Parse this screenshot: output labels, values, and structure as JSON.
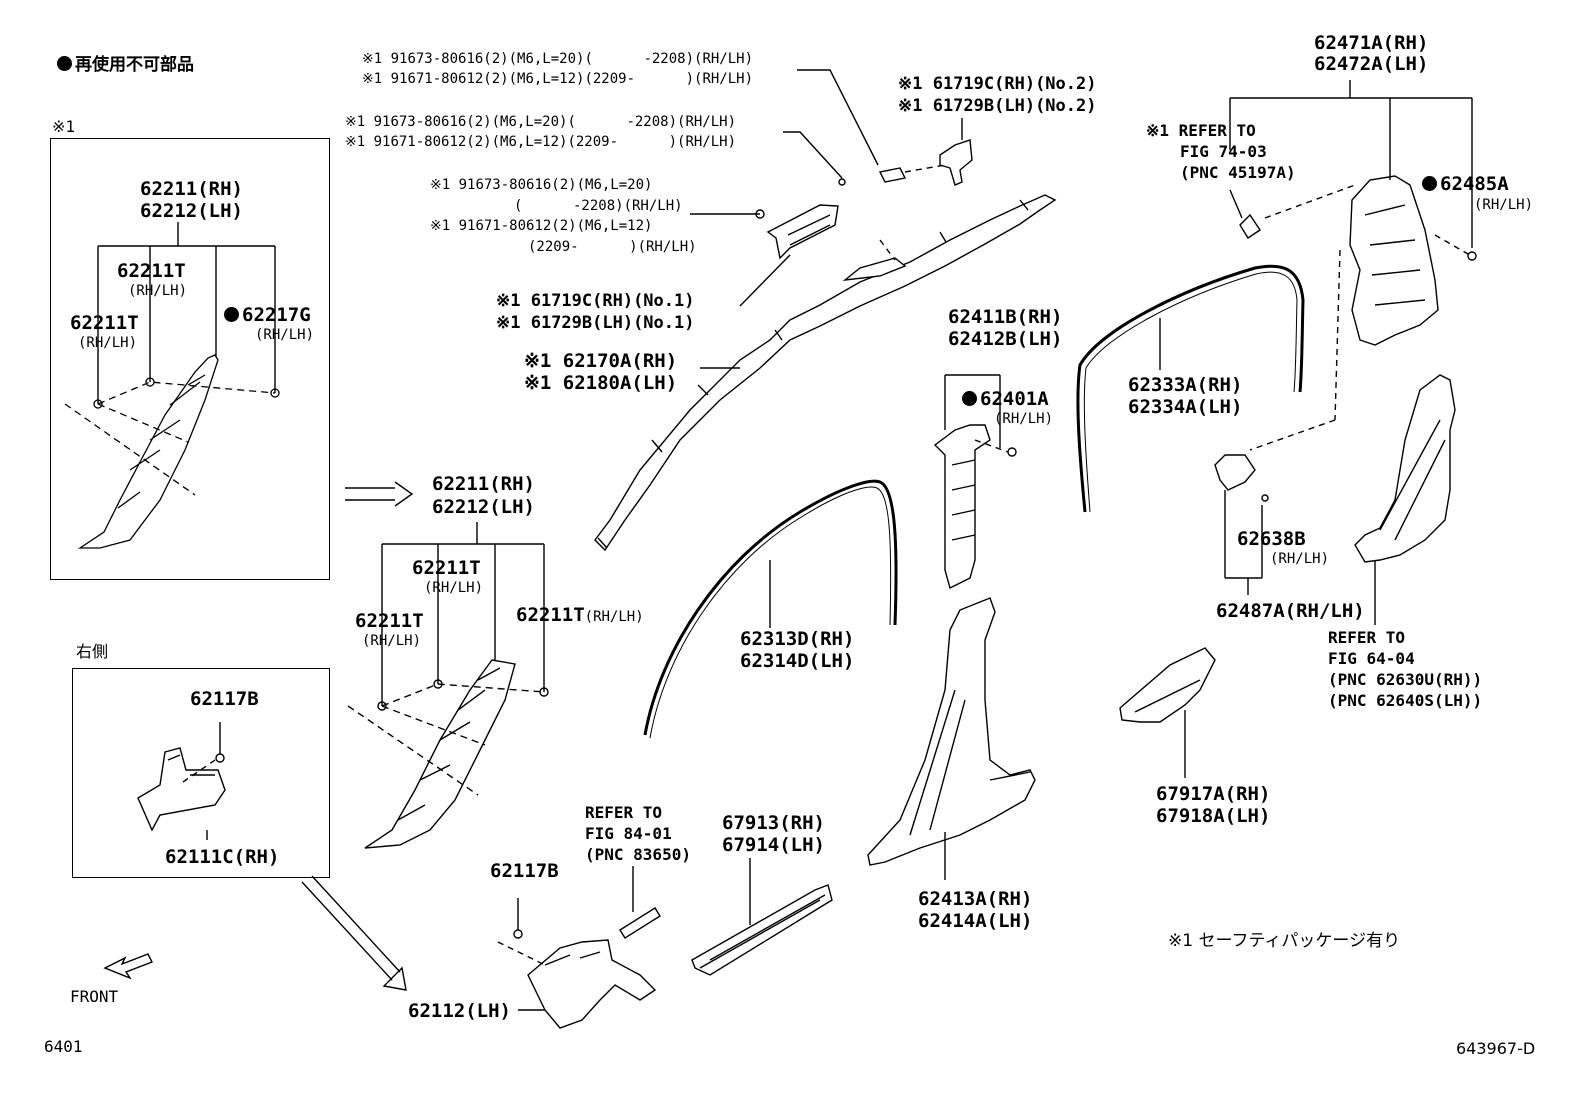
{
  "legend": {
    "nonreusable": "再使用不可部品",
    "note": "※1 セーフティパッケージ有り"
  },
  "footer": {
    "left_code": "6401",
    "right_code": "643967-D"
  },
  "front_label": "FRONT",
  "box1": {
    "mark": "※1",
    "part_a": "62211(RH)",
    "part_b": "62212(LH)",
    "t_mid": "62211T",
    "t_mid_side": "(RH/LH)",
    "t_left": "62211T",
    "t_left_side": "(RH/LH)",
    "g": "62217G",
    "g_side": "(RH/LH)"
  },
  "box2": {
    "title": "右側",
    "clip": "62117B",
    "part": "62111C(RH)"
  },
  "center": {
    "part_a": "62211(RH)",
    "part_b": "62212(LH)",
    "t_mid": "62211T",
    "t_mid_side": "(RH/LH)",
    "t_left": "62211T",
    "t_left_side": "(RH/LH)",
    "t_right": "62211T",
    "t_right_side": "(RH/LH)",
    "clip": "62117B",
    "part_lh": "62112(LH)"
  },
  "bolts": {
    "line1": "※1 91673-80616(2)(M6,L=20)(      -2208)(RH/LH)",
    "line2": "※1 91671-80612(2)(M6,L=12)(2209-      )(RH/LH)",
    "line3": "※1 91673-80616(2)(M6,L=20)(      -2208)(RH/LH)",
    "line4": "※1 91671-80612(2)(M6,L=12)(2209-      )(RH/LH)",
    "line5": "※1 91673-80616(2)(M6,L=20)",
    "line6": "(      -2208)(RH/LH)",
    "line7": "※1 91671-80612(2)(M6,L=12)",
    "line8": "(2209-      )(RH/LH)"
  },
  "brackets": {
    "no1_rh": "※1 61719C(RH)(No.1)",
    "no1_lh": "※1 61729B(LH)(No.1)",
    "no2_rh": "※1 61719C(RH)(No.2)",
    "no2_lh": "※1 61729B(LH)(No.2)"
  },
  "airbag": {
    "rh": "※1 62170A(RH)",
    "lh": "※1 62180A(LH)"
  },
  "weatherstrip_front": {
    "rh": "62313D(RH)",
    "lh": "62314D(LH)"
  },
  "refer_8401": {
    "l1": "REFER TO",
    "l2": "FIG 84-01",
    "l3": "(PNC 83650)"
  },
  "scuff": {
    "rh": "67913(RH)",
    "lh": "67914(LH)"
  },
  "b_pillar_upper": {
    "rh": "62411B(RH)",
    "lh": "62412B(LH)",
    "clip": "62401A",
    "clip_side": "(RH/LH)"
  },
  "b_pillar_lower": {
    "rh": "62413A(RH)",
    "lh": "62414A(LH)"
  },
  "weatherstrip_rear": {
    "rh": "62333A(RH)",
    "lh": "62334A(LH)"
  },
  "rear_pillar": {
    "rh": "62471A(RH)",
    "lh": "62472A(LH)",
    "clip": "62485A",
    "clip_side": "(RH/LH)"
  },
  "refer_7403": {
    "l1": "※1 REFER TO",
    "l2": "FIG 74-03",
    "l3": "(PNC 45197A)"
  },
  "rear_clip": {
    "a": "62638B",
    "a_side": "(RH/LH)",
    "b": "62487A(RH/LH)"
  },
  "refer_6404": {
    "l1": "REFER TO",
    "l2": "FIG 64-04",
    "l3": "(PNC 62630U(RH))",
    "l4": "(PNC 62640S(LH))"
  },
  "rear_scuff": {
    "rh": "67917A(RH)",
    "lh": "67918A(LH)"
  }
}
